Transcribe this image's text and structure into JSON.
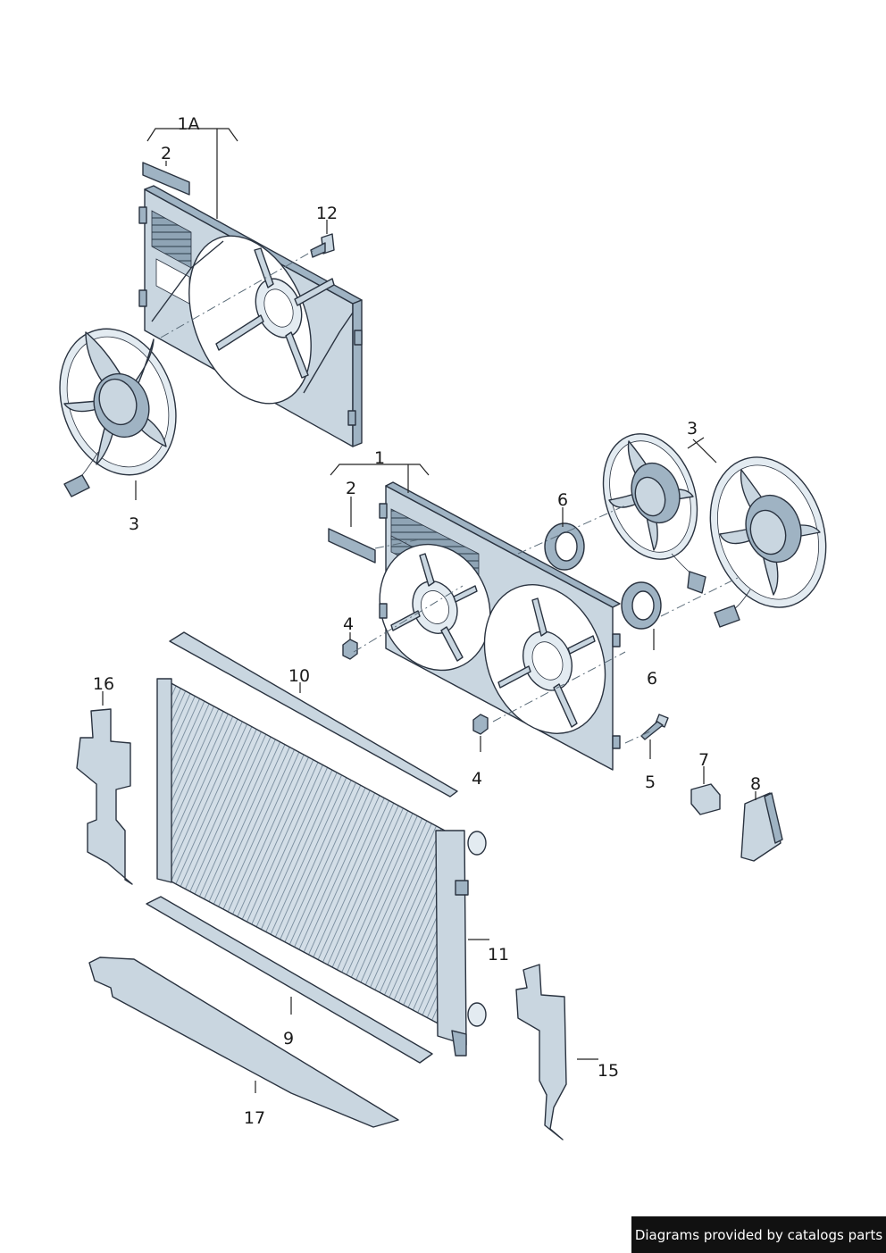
{
  "labels": {
    "p1A": "1A",
    "p1": "1",
    "p2a": "2",
    "p2b": "2",
    "p3a": "3",
    "p3b": "3",
    "p4a": "4",
    "p4b": "4",
    "p5": "5",
    "p6a": "6",
    "p6b": "6",
    "p7": "7",
    "p8": "8",
    "p9": "9",
    "p10": "10",
    "p11": "11",
    "p12": "12",
    "p15": "15",
    "p16": "16",
    "p17": "17"
  },
  "credit": "Diagrams provided by catalogs parts",
  "colors": {
    "part_fill": "#c9d6e0",
    "part_dark": "#9fb3c3",
    "outline": "#2a3340"
  }
}
